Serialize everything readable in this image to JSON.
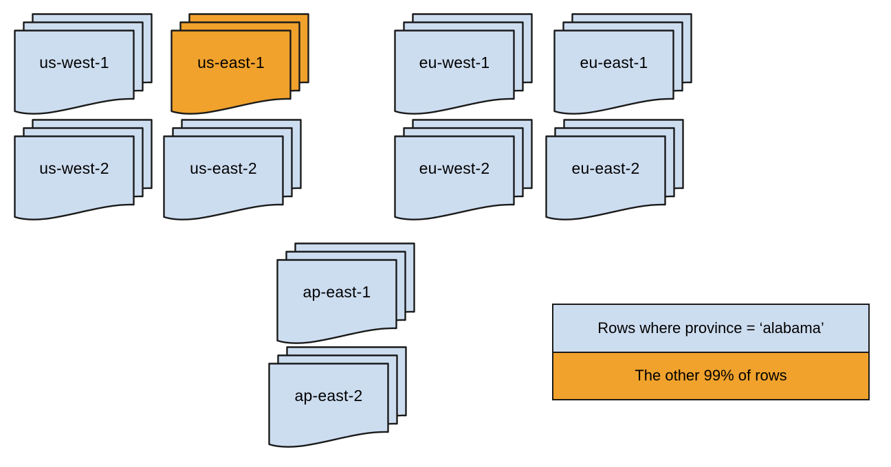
{
  "colors": {
    "sheet_blue": "#cdddf0",
    "sheet_orange": "#f0a22c",
    "stroke": "#1a1a1a",
    "text": "#000000",
    "background": "#ffffff"
  },
  "stacks": [
    {
      "label": "us-west-1",
      "variant": "blue"
    },
    {
      "label": "us-east-1",
      "variant": "orange"
    },
    {
      "label": "eu-west-1",
      "variant": "blue"
    },
    {
      "label": "eu-east-1",
      "variant": "blue"
    },
    {
      "label": "us-west-2",
      "variant": "blue"
    },
    {
      "label": "us-east-2",
      "variant": "blue"
    },
    {
      "label": "eu-west-2",
      "variant": "blue"
    },
    {
      "label": "eu-east-2",
      "variant": "blue"
    },
    {
      "label": "ap-east-1",
      "variant": "blue"
    },
    {
      "label": "ap-east-2",
      "variant": "blue"
    }
  ],
  "legend": {
    "items": [
      {
        "label": "Rows where province = ‘alabama’",
        "variant": "blue"
      },
      {
        "label": "The other 99% of rows",
        "variant": "orange"
      }
    ]
  }
}
